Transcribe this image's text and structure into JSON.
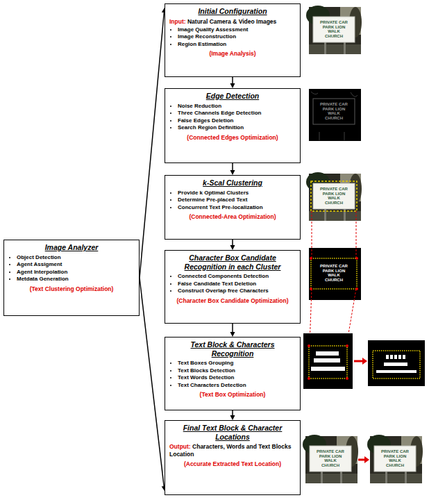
{
  "diagram": {
    "nodes": [
      {
        "text": [
          "Image Analyzer",
          "Object Detection",
          "Agent Assigment",
          "Agent Interpolation",
          "Metdata Generation",
          "(Text Clustering Optimization)"
        ]
      },
      {
        "text": [
          "Initial Configuration",
          "Input:",
          "Natural Camera & Video Images",
          "Image Quality Assessment",
          "Image Reconstruction",
          "Region Estimation",
          "(Image Analysis)"
        ]
      },
      {
        "text": [
          "Edge Detection",
          "Noise Reduction",
          "Three Channels Edge Detection",
          "False Edges Deletion",
          "Search Region Definition",
          "(Connected Edges Optimization)"
        ]
      },
      {
        "text": [
          "k-Scal Clustering",
          "Provide k Optimal Clusters",
          "Determine Pre-placed Text",
          "Concurrent Text Pre-localization",
          "(Connected-Area Optimization)"
        ]
      },
      {
        "text": [
          "Character Box Candidate Recognition in each Cluster",
          "Connected Components Detection",
          "False Candidate Text Deletion",
          "Construct Overlap free Characters",
          "(Character Box Candidate Optimization)"
        ]
      },
      {
        "text": [
          "Text Block & Characters Recognition",
          "Text Boxes Grouping",
          "Text Blocks Detection",
          "Text Words Detection",
          "Text Characters Detection",
          "(Text Box Optimization)"
        ]
      },
      {
        "text": [
          "Final Text Block & Character Locations",
          "Output:",
          "Characters, Words and Text Blocks Location",
          "(Accurate Extracted Text Location)"
        ]
      }
    ],
    "edges": [
      {
        "from": 0,
        "to": 1,
        "arrow": "to"
      },
      {
        "from": 0,
        "to": 6,
        "arrow": "to"
      },
      {
        "from": 1,
        "to": 2,
        "arrow": "to"
      },
      {
        "from": 2,
        "to": 3,
        "arrow": "to"
      },
      {
        "from": 3,
        "to": 4,
        "arrow": "to"
      },
      {
        "from": 4,
        "to": 5,
        "arrow": "to"
      },
      {
        "from": 5,
        "to": 6,
        "arrow": "to"
      }
    ],
    "labels": [
      "PRIVATE CAR PARK LION WALK CHURCH",
      "PRIVATE CAR PARK LION WALK CHURCH",
      "PRIVATE CAR PARK LION WALK CHURCH",
      "PRIVATE CAR PARK LION WALK CHURCH",
      "PRIVATE CAR PARK LION WALK CHURCH",
      "PRIVATE CAR PARK LION WALK CHURCH"
    ]
  }
}
